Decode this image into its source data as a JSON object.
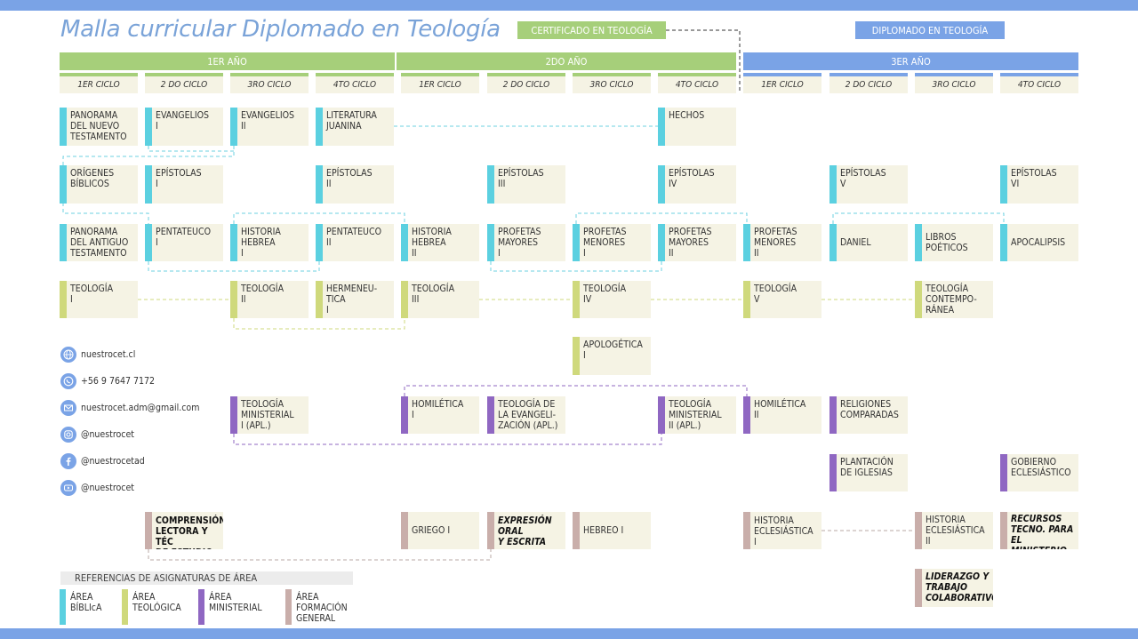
{
  "title": "Malla curricular Diplomado en Teología",
  "badges": {
    "certificado": "CERTIFICADO EN TEOLOGÍA",
    "diplomado": "DIPLOMADO EN TEOLOGÍA"
  },
  "years": [
    "1ER AÑO",
    "2DO AÑO",
    "3ER AÑO"
  ],
  "cycles": [
    "1ER CICLO",
    "2 DO CICLO",
    "3RO CICLO",
    "4TO CICLO",
    "1ER CICLO",
    "2 DO CICLO",
    "3RO CICLO",
    "4TO CICLO",
    "1ER CICLO",
    "2 DO CICLO",
    "3RO CICLO",
    "4TO CICLO"
  ],
  "courses": {
    "panorama_nt": "PANORAMA\nDEL NUEVO\nTESTAMENTO",
    "evangelios1": "EVANGELIOS\nI",
    "evangelios2": "EVANGELIOS\nII",
    "literatura_juanina": "LITERATURA\nJUANINA",
    "hechos": "HECHOS",
    "origenes": "ORÍGENES\nBÍBLICOS",
    "epistolas1": "EPÍSTOLAS\nI",
    "epistolas2": "EPÍSTOLAS\nII",
    "epistolas3": "EPÍSTOLAS\nIII",
    "epistolas4": "EPÍSTOLAS\nIV",
    "epistolas5": "EPÍSTOLAS\nV",
    "epistolas6": "EPÍSTOLAS\nVI",
    "panorama_at": "PANORAMA\nDEL ANTIGUO\nTESTAMENTO",
    "pentateuco1": "PENTATEUCO\nI",
    "historia_hebrea1": "HISTORIA\nHEBREA\nI",
    "pentateuco2": "PENTATEUCO\nII",
    "historia_hebrea2": "HISTORIA\nHEBREA\nII",
    "profetas_mayores1": "PROFETAS\nMAYORES\nI",
    "profetas_menores1": "PROFETAS\nMENORES\nI",
    "profetas_mayores2": "PROFETAS\nMAYORES\nII",
    "profetas_menores2": "PROFETAS\nMENORES\nII",
    "daniel": "DANIEL",
    "libros_poeticos": "LIBROS\nPOÉTICOS",
    "apocalipsis": "APOCALIPSIS",
    "teologia1": "TEOLOGÍA\nI",
    "teologia2": "TEOLOGÍA\nII",
    "hermeneutica1": "HERMENEU-\nTICA\nI",
    "teologia3": "TEOLOGÍA\nIII",
    "teologia4": "TEOLOGÍA\nIV",
    "teologia5": "TEOLOGÍA\nV",
    "teologia_contemporanea": "TEOLOGÍA\nCONTEMPO-\nRÁNEA",
    "apologetica1": "APOLOGÉTICA\nI",
    "teologia_ministerial1": "TEOLOGÍA\nMINISTERIAL\nI (APL.)",
    "homiletica1": "HOMILÉTICA\nI",
    "teologia_evangelizacion": "TEOLOGÍA DE\nLA EVANGELI-\nZACIÓN (APL.)",
    "teologia_ministerial2": "TEOLOGÍA\nMINISTERIAL\nII (APL.)",
    "homiletica2": "HOMILÉTICA\nII",
    "religiones_comparadas": "RELIGIONES\nCOMPARADAS",
    "plantacion_iglesias": "PLANTACIÓN\nDE IGLESIAS",
    "gobierno_eclesiastico": "GOBIERNO\nECLESIÁSTICO",
    "comprension_lectora": "COMPRENSIÓN\nLECTORA Y TÉC\nDE ESTUDIO",
    "griego1": "GRIEGO I",
    "expresion_oral": "EXPRESIÓN\nORAL\nY ESCRITA",
    "hebreo1": "HEBREO I",
    "historia_eclesiastica1": "HISTORIA\nECLESIÁSTICA\nI",
    "historia_eclesiastica2": "HISTORIA\nECLESIÁSTICA\nII",
    "recursos_tecno": "RECURSOS\nTECNO. PARA\nEL MINISTERIO",
    "liderazgo": "LIDERAZGO Y\nTRABAJO\nCOLABORATIVO"
  },
  "contacts": {
    "web": "nuestrocet.cl",
    "phone": "+56 9 7647 7172",
    "email": "nuestrocet.adm@gmail.com",
    "instagram": "@nuestrocet",
    "facebook": "@nuestrocetad",
    "youtube": "@nuestrocet"
  },
  "legend": {
    "title": "REFERENCIAS DE ASIGNATURAS DE ÁREA",
    "biblica": "ÁREA\nBÍBLIcA",
    "teologica": "ÁREA\nTEOLÓGICA",
    "ministerial": "ÁREA\nMINISTERIAL",
    "general": "ÁREA\nFORMACIÓN\nGENERAL"
  },
  "colors": {
    "green": "#a6cf7a",
    "blue": "#7aa3e6",
    "biblica": "#5bd0e0",
    "teologica": "#cfd97c",
    "ministerial": "#8f67c2",
    "general": "#c9aeaa",
    "card": "#f5f3e4"
  }
}
